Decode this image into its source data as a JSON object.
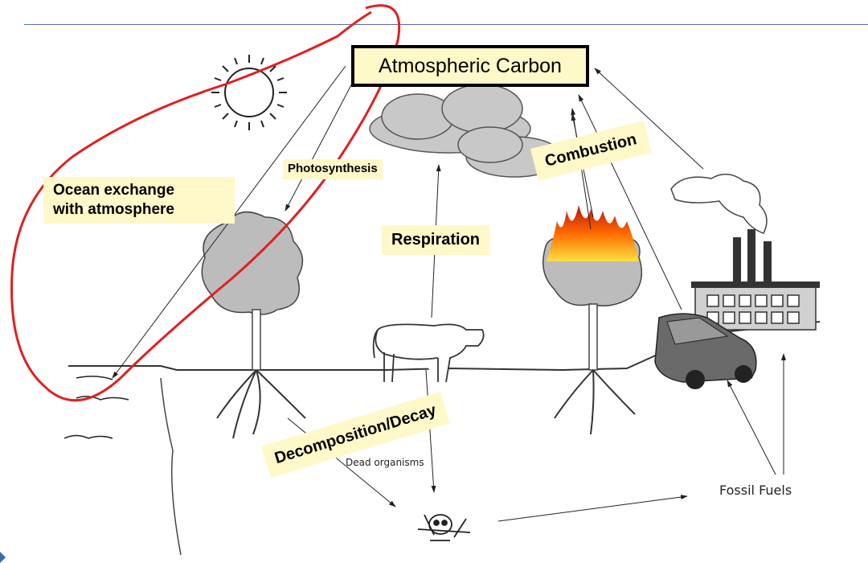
{
  "labels": {
    "atmospheric_carbon": "Atmospheric Carbon",
    "photosynthesis": "Photosynthesis",
    "ocean_exchange_line1": "Ocean exchange",
    "ocean_exchange_line2": "with atmosphere",
    "respiration": "Respiration",
    "combustion": "Combustion",
    "decomposition": "Decomposition/Decay",
    "dead_organisms": "Dead organisms",
    "fossil_fuels": "Fossil Fuels"
  },
  "colors": {
    "highlight_fill": "#fff8c8",
    "annotation_red": "#e02020",
    "top_rule": "#5a6bb0"
  },
  "icons": [
    "sun-icon",
    "cloud-icon",
    "tree-icon",
    "burning-tree-icon",
    "cow-icon",
    "factory-icon",
    "car-icon",
    "skull-icon",
    "ocean-waves-icon"
  ]
}
